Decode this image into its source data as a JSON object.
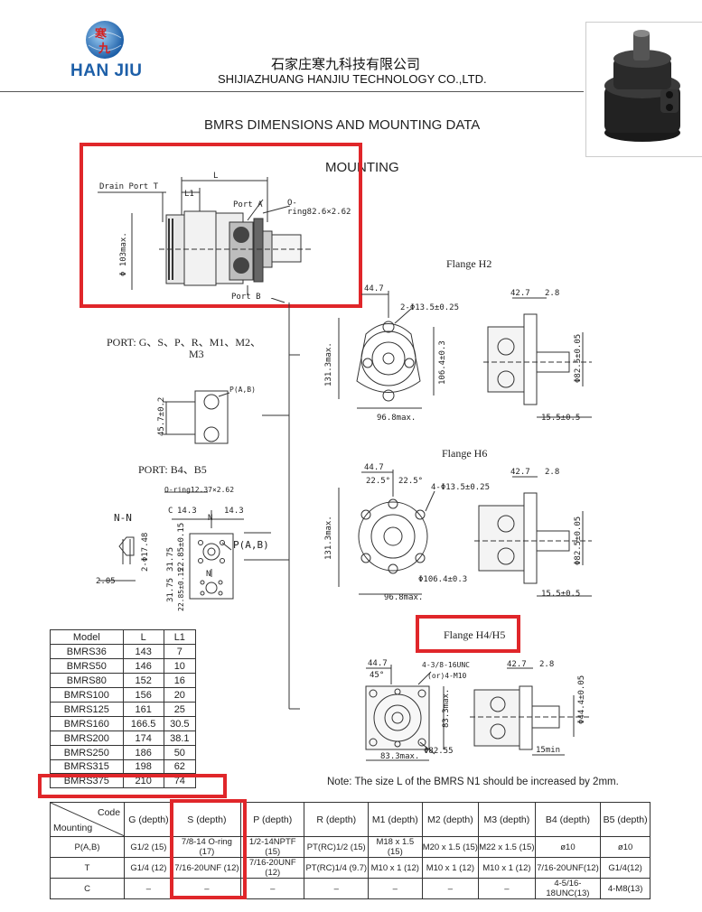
{
  "header": {
    "logo_text": "HAN JIU",
    "company_cn": "石家庄寒九科技有限公司",
    "company_en": "SHIJIAZHUANG HANJIU TECHNOLOGY CO.,LTD."
  },
  "title": "BMRS DIMENSIONS AND  MOUNTING DATA",
  "mounting_heading": "MOUNTING",
  "side_view": {
    "drain_port": "Drain Port T",
    "L": "L",
    "L1": "L1",
    "port_a": "Port A",
    "port_b": "Port B",
    "oring": "O-ring82.6×2.62",
    "dia": "Φ 103max."
  },
  "port_gs": {
    "title_line1": "PORT: G、S、P、R、M1、M2、",
    "title_line2": "M3",
    "pab": "P(A,B)",
    "dim": "45.7±0.2"
  },
  "port_b": {
    "title": "PORT:  B4、B5",
    "oring": "O-ring12.37×2.62",
    "nn": "N-N",
    "c": "C",
    "d143a": "14.3",
    "d143b": "14.3",
    "n1": "N",
    "n2": "N",
    "pab": "P(A,B)",
    "d205": "2.05",
    "d1748": "2-Φ17.48",
    "d3175a": "31.75",
    "d2285a": "22.85±0.15",
    "d3175b": "31.75",
    "d2285b": "22.85±0.15"
  },
  "flange_h2": {
    "title": "Flange  H2",
    "d447": "44.7",
    "holes": "2-Φ13.5±0.25",
    "d1313": "131.3max.",
    "d1064": "106.4±0.3",
    "d968": "96.8max.",
    "d427": "42.7",
    "d28": "2.8",
    "d825": "Φ82.5±0.05",
    "d155": "15.5±0.5"
  },
  "flange_h6": {
    "title": "Flange  H6",
    "d447": "44.7",
    "a1": "22.5°",
    "a2": "22.5°",
    "holes": "4-Φ13.5±0.25",
    "d1313": "131.3max.",
    "d1064": "Φ106.4±0.3",
    "d968": "96.8max.",
    "d427": "42.7",
    "d28": "2.8",
    "d825": "Φ82.5±0.05",
    "d155": "15.5±0.5"
  },
  "flange_h4": {
    "title": "Flange  H4/H5",
    "d447": "44.7",
    "a45": "45°",
    "thread1": "4-3/8-16UNC",
    "thread2": "(or)4-M10",
    "d833max": "83.3max.",
    "d833": "83.3max.",
    "d8255": "Φ82.55",
    "d427": "42.7",
    "d28": "2.8",
    "d444": "Φ44.4±0.05",
    "d15": "15min"
  },
  "model_table": {
    "headers": [
      "Model",
      "L",
      "L1"
    ],
    "rows": [
      [
        "BMRS36",
        "143",
        "7"
      ],
      [
        "BMRS50",
        "146",
        "10"
      ],
      [
        "BMRS80",
        "152",
        "16"
      ],
      [
        "BMRS100",
        "156",
        "20"
      ],
      [
        "BMRS125",
        "161",
        "25"
      ],
      [
        "BMRS160",
        "166.5",
        "30.5"
      ],
      [
        "BMRS200",
        "174",
        "38.1"
      ],
      [
        "BMRS250",
        "186",
        "50"
      ],
      [
        "BMRS315",
        "198",
        "62"
      ],
      [
        "BMRS375",
        "210",
        "74"
      ]
    ]
  },
  "note": "Note: The size L of the BMRS N1 should be increased by 2mm.",
  "port_table": {
    "corner_code": "Code",
    "corner_mounting": "Mounting",
    "headers": [
      "G (depth)",
      "S (depth)",
      "P (depth)",
      "R (depth)",
      "M1 (depth)",
      "M2 (depth)",
      "M3 (depth)",
      "B4 (depth)",
      "B5 (depth)"
    ],
    "rows": [
      {
        "label": "P(A,B)",
        "cells": [
          "G1/2  (15)",
          "7/8-14  O-ring (17)",
          "1/2-14NPTF (15)",
          "PT(RC)1/2 (15)",
          "M18 x 1.5 (15)",
          "M20 x 1.5 (15)",
          "M22 x 1.5 (15)",
          "ø10",
          "ø10"
        ]
      },
      {
        "label": "T",
        "cells": [
          "G1/4  (12)",
          "7/16-20UNF  (12)",
          "7/16-20UNF  (12)",
          "PT(RC)1/4  (9.7)",
          "M10 x 1   (12)",
          "M10 x 1   (12)",
          "M10 x 1   (12)",
          "7/16-20UNF(12)",
          "G1/4(12)"
        ]
      },
      {
        "label": "C",
        "cells": [
          "–",
          "–",
          "–",
          "–",
          "–",
          "–",
          "–",
          "4-5/16-18UNC(13)",
          "4-M8(13)"
        ]
      }
    ]
  },
  "colors": {
    "highlight": "#e0262a",
    "logo_blue": "#1d5fa8",
    "line": "#333333"
  }
}
